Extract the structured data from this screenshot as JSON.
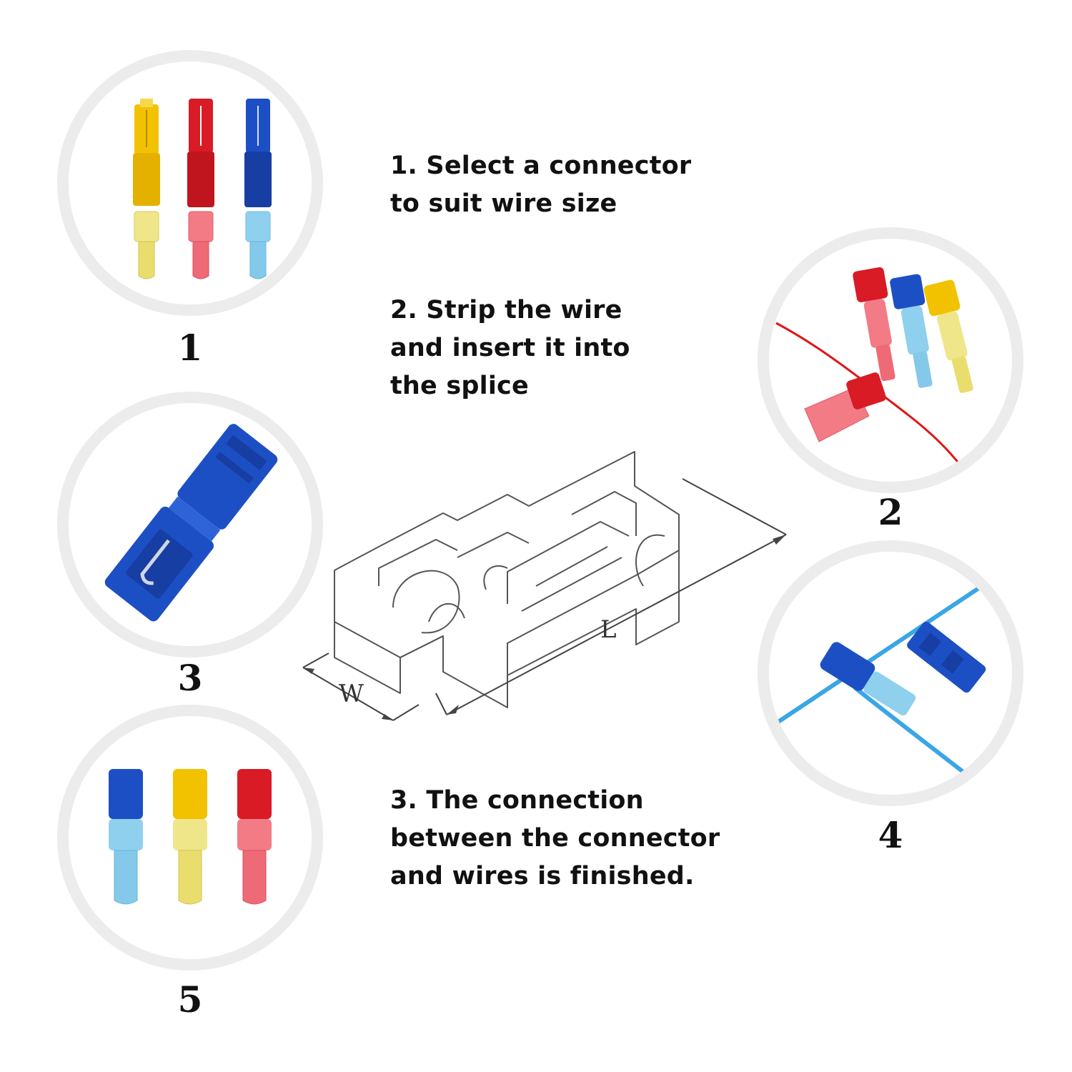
{
  "panels": [
    {
      "number": "1",
      "icon": "connector-set-icon"
    },
    {
      "number": "2",
      "icon": "spliced-red-wire-icon"
    },
    {
      "number": "3",
      "icon": "blue-tap-splice-icon"
    },
    {
      "number": "4",
      "icon": "blue-wire-connection-icon"
    },
    {
      "number": "5",
      "icon": "connector-colors-icon"
    }
  ],
  "steps": [
    {
      "lines": [
        "1. Select a connector",
        "to suit wire size"
      ]
    },
    {
      "lines": [
        "2. Strip the wire",
        "and insert it into",
        "the splice"
      ]
    },
    {
      "lines": [
        "3. The connection",
        "between the connector",
        "and wires is finished."
      ]
    }
  ],
  "diagram": {
    "length_label": "L",
    "width_label": "W"
  },
  "colors": {
    "ring": "#ececec",
    "yellow": "#f2c200",
    "red": "#d81b25",
    "blue": "#1d4fc4",
    "light_yellow": "#efe68a",
    "light_red": "#f27b86",
    "light_blue": "#8fd0ee",
    "wire_red": "#e01616",
    "wire_blue": "#3aa6e6",
    "outline": "#555555"
  }
}
